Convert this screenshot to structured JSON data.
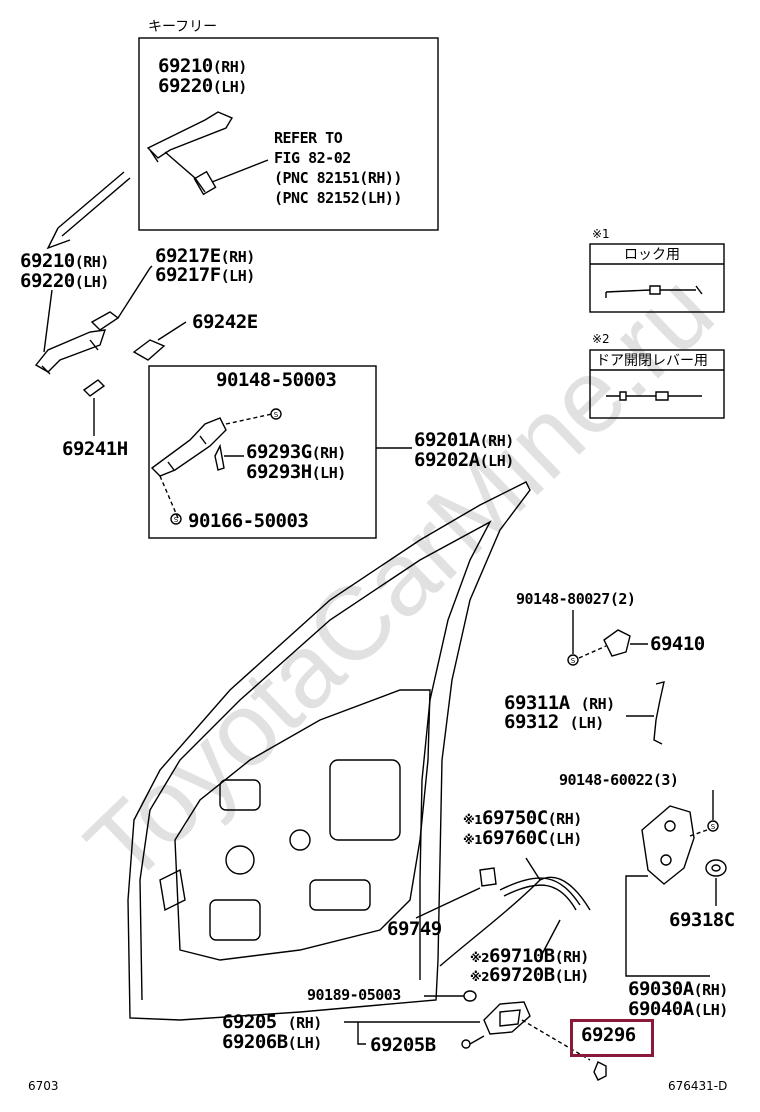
{
  "watermark": "ToyotaCarMine.ru",
  "keyfree_box": {
    "title": "キーフリー",
    "part_rh": "69210",
    "part_rh_suffix": "(RH)",
    "part_lh": "69220",
    "part_lh_suffix": "(LH)",
    "refer_line1": "REFER TO",
    "refer_line2": "FIG 82-02",
    "refer_line3": "(PNC 82151(RH))",
    "refer_line4": "(PNC 82152(LH))"
  },
  "handle_parts": {
    "p69210": "69210",
    "p69210_suffix": "(RH)",
    "p69220": "69220",
    "p69220_suffix": "(LH)",
    "p69217e": "69217E",
    "p69217e_suffix": "(RH)",
    "p69217f": "69217F",
    "p69217f_suffix": "(LH)",
    "p69242e": "69242E",
    "p69241h": "69241H"
  },
  "frame_box": {
    "screw_top": "90148-50003",
    "p69293g": "69293G",
    "p69293g_suffix": "(RH)",
    "p69293h": "69293H",
    "p69293h_suffix": "(LH)",
    "screw_bottom": "90166-50003",
    "p69201a": "69201A",
    "p69201a_suffix": "(RH)",
    "p69202a": "69202A",
    "p69202a_suffix": "(LH)"
  },
  "legend_boxes": {
    "note1_mark": "※1",
    "note1_label": "ロック用",
    "note2_mark": "※2",
    "note2_label": "ドア開閉レバー用"
  },
  "right_parts": {
    "screw_80027": "90148-80027(2)",
    "p69410": "69410",
    "p69311a": "69311A",
    "p69311a_suffix": "(RH)",
    "p69312": "69312",
    "p69312_suffix": "(LH)",
    "screw_60022": "90148-60022(3)",
    "mark1a": "※1",
    "p69750c": "69750C",
    "p69750c_suffix": "(RH)",
    "mark1b": "※1",
    "p69760c": "69760C",
    "p69760c_suffix": "(LH)",
    "p69318c": "69318C",
    "p69749": "69749",
    "mark2a": "※2",
    "p69710b": "69710B",
    "p69710b_suffix": "(RH)",
    "mark2b": "※2",
    "p69720b": "69720B",
    "p69720b_suffix": "(LH)",
    "p69030a": "69030A",
    "p69030a_suffix": "(RH)",
    "p69040a": "69040A",
    "p69040a_suffix": "(LH)",
    "screw_05003": "90189-05003",
    "p69205": "69205",
    "p69205_suffix": "(RH)",
    "p69206b": "69206B",
    "p69206b_suffix": "(LH)",
    "p69205b": "69205B",
    "p69296": "69296"
  },
  "footer": {
    "left_code": "6703",
    "right_code": "676431-D"
  },
  "colors": {
    "highlight": "#8b1a3a",
    "line": "#000000",
    "watermark": "#d8d8d8"
  }
}
